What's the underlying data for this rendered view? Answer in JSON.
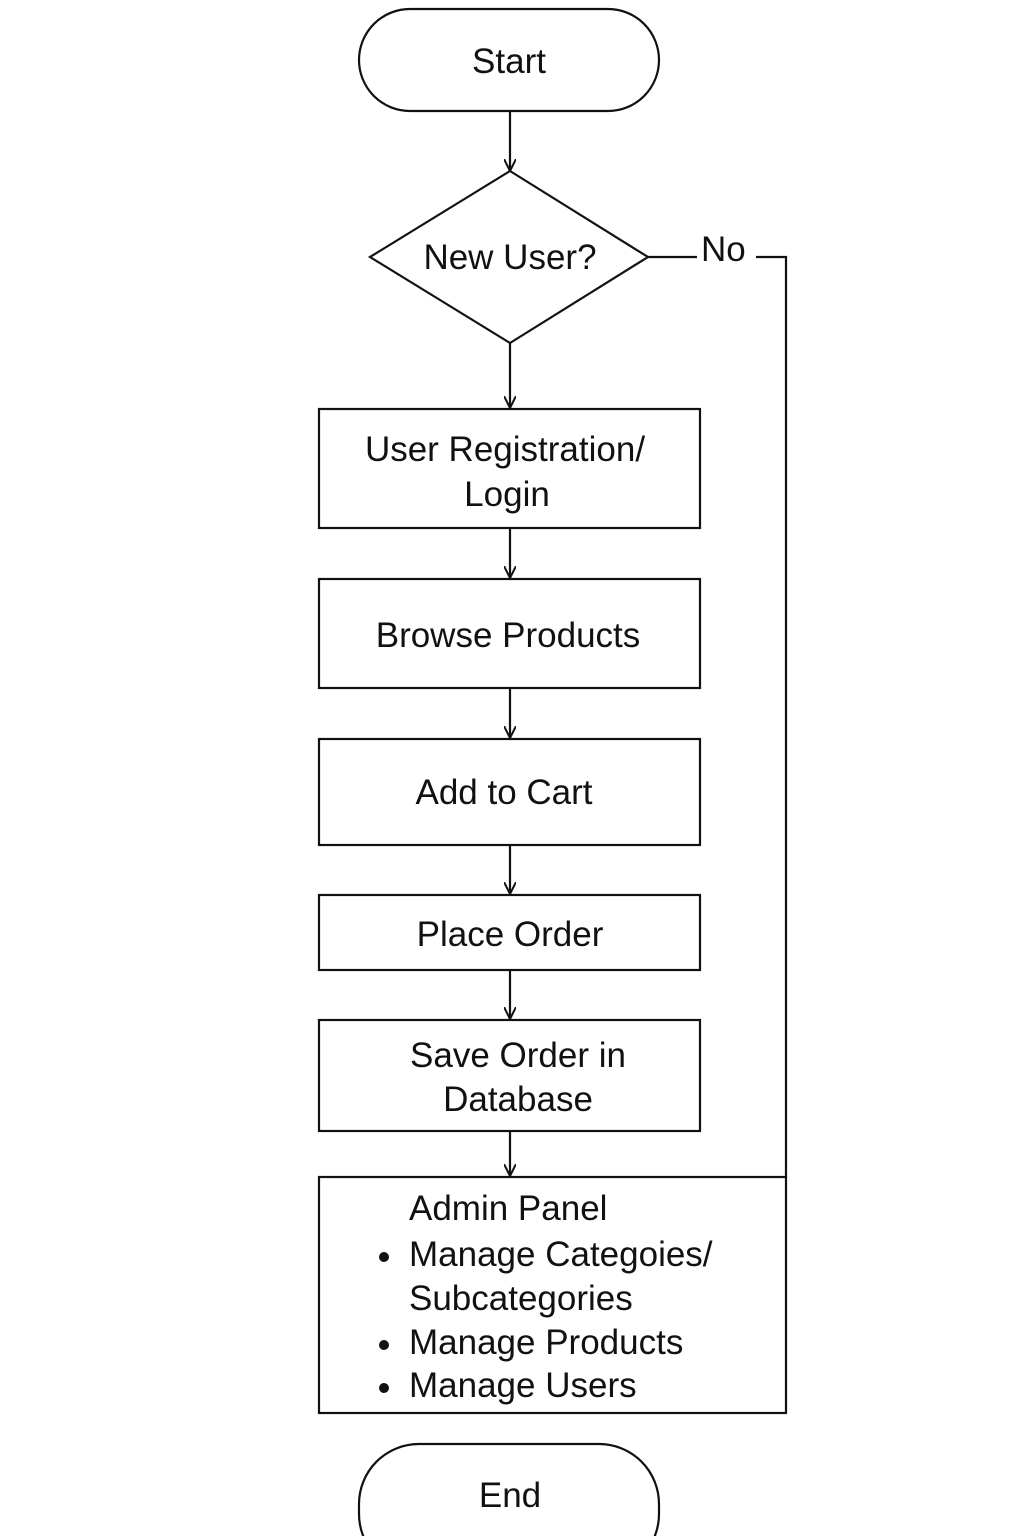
{
  "flowchart": {
    "start": {
      "label": "Start"
    },
    "decision": {
      "label": "New User?",
      "no_label": "No"
    },
    "steps": [
      {
        "lines": [
          "User Registration/",
          "Login"
        ]
      },
      {
        "lines": [
          "Browse Products"
        ]
      },
      {
        "lines": [
          "Add to Cart"
        ]
      },
      {
        "lines": [
          "Place Order"
        ]
      },
      {
        "lines": [
          "Save Order in",
          "Database"
        ]
      }
    ],
    "admin": {
      "title": "Admin Panel",
      "items": [
        {
          "lines": [
            "Manage Categoies/",
            "Subcategories"
          ]
        },
        {
          "lines": [
            "Manage Products"
          ]
        },
        {
          "lines": [
            "Manage Users"
          ]
        }
      ]
    },
    "end": {
      "label": "End"
    }
  }
}
